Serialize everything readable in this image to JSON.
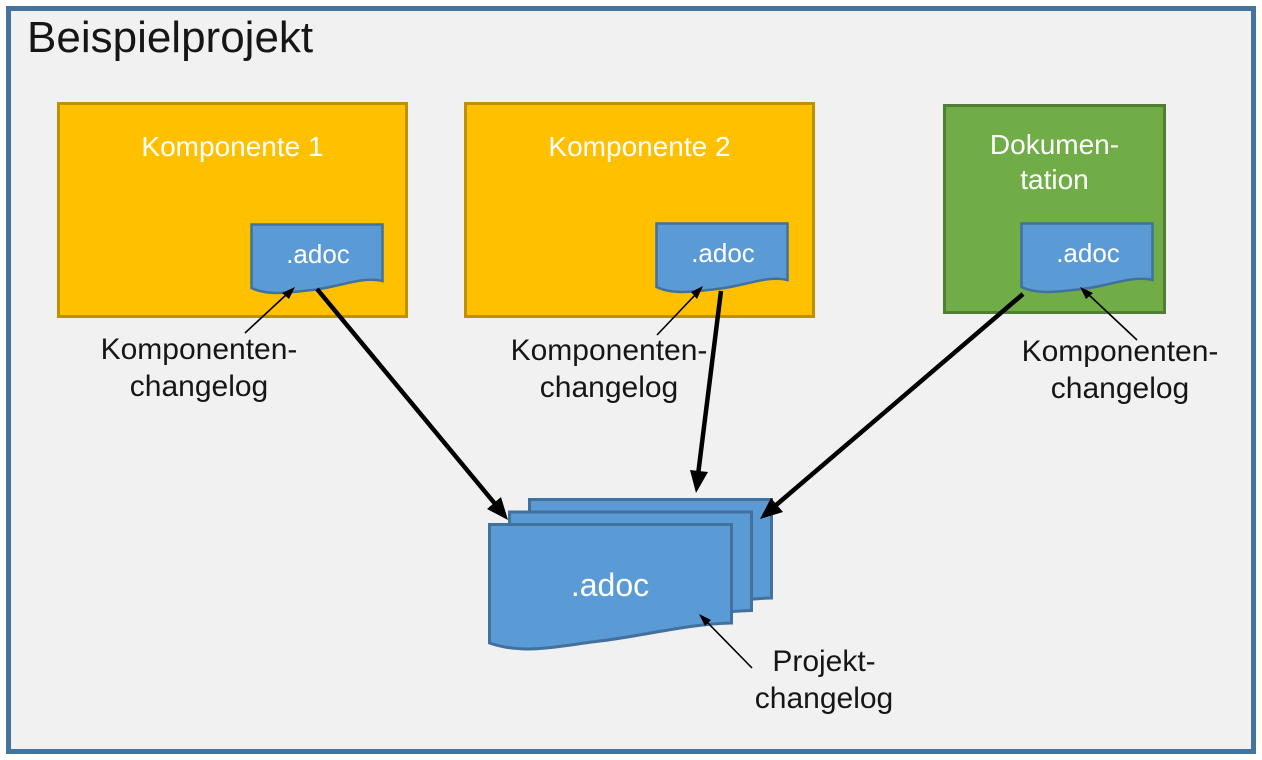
{
  "title": "Beispielprojekt",
  "boxes": [
    {
      "label": "Komponente 1",
      "file_label": ".adoc",
      "caption_lines": [
        "Komponenten-",
        "changelog"
      ]
    },
    {
      "label": "Komponente 2",
      "file_label": ".adoc",
      "caption_lines": [
        "Komponenten-",
        "changelog"
      ]
    },
    {
      "label_lines": [
        "Dokumen-",
        "tation"
      ],
      "file_label": ".adoc",
      "caption_lines": [
        "Komponenten-",
        "changelog"
      ]
    }
  ],
  "project": {
    "file_label": ".adoc",
    "caption_lines": [
      "Projekt-",
      "changelog"
    ]
  },
  "colors": {
    "frame_border": "#44739E",
    "canvas_background": "#F1F1F2",
    "component_fill": "#FFC000",
    "component_border": "#BF9000",
    "documentation_fill": "#70AD47",
    "documentation_border": "#507E32",
    "document_fill": "#5B9BD5",
    "document_border": "#41719C",
    "arrow": "#000000",
    "box_text": "#FFFFFF",
    "label_text": "#161616"
  }
}
